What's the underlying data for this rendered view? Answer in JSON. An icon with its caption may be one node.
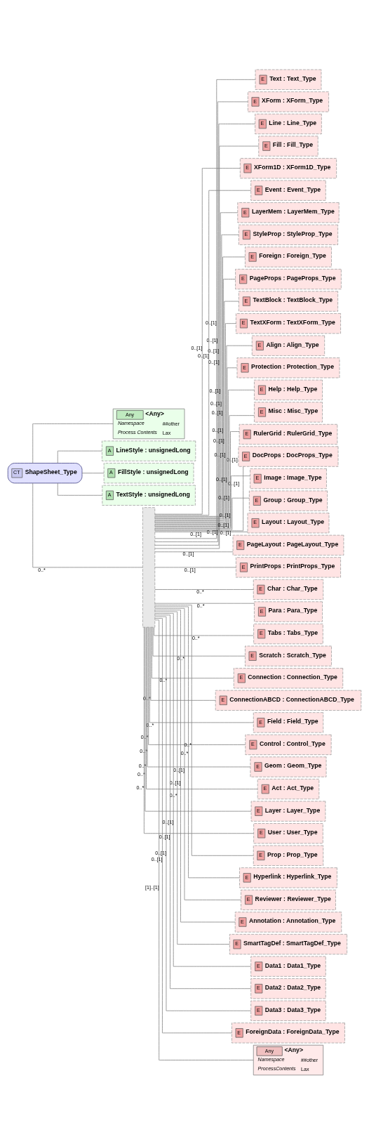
{
  "diagram": {
    "nodes": [
      {
        "text": [
          "CT",
          "ShapeSheet_Type"
        ]
      },
      {
        "text": [
          "Any",
          "<Any>",
          "Namespace",
          "##other",
          "Process Contents",
          "Lax"
        ]
      },
      {
        "text": [
          "A",
          "LineStyle : unsignedLong"
        ]
      },
      {
        "text": [
          "A",
          "FillStyle : unsignedLong"
        ]
      },
      {
        "text": [
          "A",
          "TextStyle : unsignedLong"
        ]
      },
      {
        "text": [],
        "shape": "bar"
      },
      {
        "text": [
          "E",
          "Text : Text_Type"
        ]
      },
      {
        "text": [
          "E",
          "XForm : XForm_Type"
        ]
      },
      {
        "text": [
          "E",
          "Line : Line_Type"
        ]
      },
      {
        "text": [
          "E",
          "Fill : Fill_Type"
        ]
      },
      {
        "text": [
          "E",
          "XForm1D : XForm1D_Type"
        ]
      },
      {
        "text": [
          "E",
          "Event : Event_Type"
        ]
      },
      {
        "text": [
          "E",
          "LayerMem : LayerMem_Type"
        ]
      },
      {
        "text": [
          "E",
          "StyleProp : StyleProp_Type"
        ]
      },
      {
        "text": [
          "E",
          "Foreign : Foreign_Type"
        ]
      },
      {
        "text": [
          "E",
          "PageProps : PageProps_Type"
        ]
      },
      {
        "text": [
          "E",
          "TextBlock : TextBlock_Type"
        ]
      },
      {
        "text": [
          "E",
          "TextXForm : TextXForm_Type"
        ]
      },
      {
        "text": [
          "E",
          "Align : Align_Type"
        ]
      },
      {
        "text": [
          "E",
          "Protection : Protection_Type"
        ]
      },
      {
        "text": [
          "E",
          "Help : Help_Type"
        ]
      },
      {
        "text": [
          "E",
          "Misc : Misc_Type"
        ]
      },
      {
        "text": [
          "E",
          "RulerGrid : RulerGrid_Type"
        ]
      },
      {
        "text": [
          "E",
          "DocProps : DocProps_Type"
        ]
      },
      {
        "text": [
          "E",
          "Image : Image_Type"
        ]
      },
      {
        "text": [
          "E",
          "Group : Group_Type"
        ]
      },
      {
        "text": [
          "E",
          "Layout : Layout_Type"
        ]
      },
      {
        "text": [
          "E",
          "PageLayout : PageLayout_Type"
        ]
      },
      {
        "text": [
          "E",
          "PrintProps : PrintProps_Type"
        ]
      },
      {
        "text": [
          "E",
          "Char : Char_Type"
        ]
      },
      {
        "text": [
          "E",
          "Para : Para_Type"
        ]
      },
      {
        "text": [
          "E",
          "Tabs : Tabs_Type"
        ]
      },
      {
        "text": [
          "E",
          "Scratch : Scratch_Type"
        ]
      },
      {
        "text": [
          "E",
          "Connection : Connection_Type"
        ]
      },
      {
        "text": [
          "E",
          "ConnectionABCD : ConnectionABCD_Type"
        ]
      },
      {
        "text": [
          "E",
          "Field : Field_Type"
        ]
      },
      {
        "text": [
          "E",
          "Control : Control_Type"
        ]
      },
      {
        "text": [
          "E",
          "Geom : Geom_Type"
        ]
      },
      {
        "text": [
          "E",
          "Act : Act_Type"
        ]
      },
      {
        "text": [
          "E",
          "Layer : Layer_Type"
        ]
      },
      {
        "text": [
          "E",
          "User : User_Type"
        ]
      },
      {
        "text": [
          "E",
          "Prop : Prop_Type"
        ]
      },
      {
        "text": [
          "E",
          "Hyperlink : Hyperlink_Type"
        ]
      },
      {
        "text": [
          "E",
          "Reviewer : Reviewer_Type"
        ]
      },
      {
        "text": [
          "E",
          "Annotation : Annotation_Type"
        ]
      },
      {
        "text": [
          "E",
          "SmartTagDef : SmartTagDef_Type"
        ]
      },
      {
        "text": [
          "E",
          "Data1 : Data1_Type"
        ]
      },
      {
        "text": [
          "E",
          "Data2 : Data2_Type"
        ]
      },
      {
        "text": [
          "E",
          "Data3 : Data3_Type"
        ]
      },
      {
        "text": [
          "E",
          "ForeignData : ForeignData_Type"
        ]
      },
      {
        "text": [
          "Any",
          "<Any>",
          "Namespace",
          "##other",
          "ProcessContents",
          "Lax"
        ]
      }
    ],
    "edges": [
      {
        "from": 0,
        "to": 1,
        "arrow": "none"
      },
      {
        "from": 0,
        "to": 2,
        "arrow": "none"
      },
      {
        "from": 0,
        "to": 3,
        "arrow": "none"
      },
      {
        "from": 0,
        "to": 4,
        "arrow": "none"
      },
      {
        "from": 0,
        "to": 5,
        "arrow": "none",
        "label": "0..*"
      },
      {
        "from": 5,
        "to": 6,
        "arrow": "none",
        "label": "0..[1]"
      },
      {
        "from": 5,
        "to": 7,
        "arrow": "none",
        "label": "0..[1]"
      },
      {
        "from": 5,
        "to": 8,
        "arrow": "none",
        "label": "0..[1]"
      },
      {
        "from": 5,
        "to": 9,
        "arrow": "none",
        "label": "0..[1]"
      },
      {
        "from": 5,
        "to": 10,
        "arrow": "none",
        "label": "0..[1]"
      },
      {
        "from": 5,
        "to": 11,
        "arrow": "none",
        "label": "0..[1]"
      },
      {
        "from": 5,
        "to": 12,
        "arrow": "none",
        "label": "0..[1]"
      },
      {
        "from": 5,
        "to": 13,
        "arrow": "none",
        "label": "0..[1]"
      },
      {
        "from": 5,
        "to": 14,
        "arrow": "none",
        "label": "0..[1]"
      },
      {
        "from": 5,
        "to": 15,
        "arrow": "none",
        "label": "0..[1]"
      },
      {
        "from": 5,
        "to": 16,
        "arrow": "none",
        "label": "0..[1]"
      },
      {
        "from": 5,
        "to": 17,
        "arrow": "none",
        "label": "0..[1]"
      },
      {
        "from": 5,
        "to": 18,
        "arrow": "none",
        "label": "0..[1]"
      },
      {
        "from": 5,
        "to": 19,
        "arrow": "none",
        "label": "0..[1]"
      },
      {
        "from": 5,
        "to": 20,
        "arrow": "none",
        "label": "0..[1]"
      },
      {
        "from": 5,
        "to": 21,
        "arrow": "none",
        "label": "0..[1]"
      },
      {
        "from": 5,
        "to": 22,
        "arrow": "none",
        "label": "0..[1]"
      },
      {
        "from": 5,
        "to": 23,
        "arrow": "none",
        "label": "0..[1]"
      },
      {
        "from": 5,
        "to": 24,
        "arrow": "none",
        "label": "0..[1]"
      },
      {
        "from": 5,
        "to": 25,
        "arrow": "none",
        "label": "0..[1]"
      },
      {
        "from": 5,
        "to": 26,
        "arrow": "none",
        "label": "0..[1]"
      },
      {
        "from": 5,
        "to": 27,
        "arrow": "none",
        "label": "0..[1]"
      },
      {
        "from": 5,
        "to": 28,
        "arrow": "none",
        "label": "0..[1]"
      },
      {
        "from": 5,
        "to": 29,
        "arrow": "none",
        "label": "0..*"
      },
      {
        "from": 5,
        "to": 30,
        "arrow": "none",
        "label": "0..*"
      },
      {
        "from": 5,
        "to": 31,
        "arrow": "none",
        "label": "0..*"
      },
      {
        "from": 5,
        "to": 32,
        "arrow": "none",
        "label": "0..*"
      },
      {
        "from": 5,
        "to": 33,
        "arrow": "none",
        "label": "0..*"
      },
      {
        "from": 5,
        "to": 34,
        "arrow": "none",
        "label": "0..*"
      },
      {
        "from": 5,
        "to": 35,
        "arrow": "none",
        "label": "0..*"
      },
      {
        "from": 5,
        "to": 36,
        "arrow": "none",
        "label": "0..*"
      },
      {
        "from": 5,
        "to": 37,
        "arrow": "none",
        "label": "0..*"
      },
      {
        "from": 5,
        "to": 38,
        "arrow": "none",
        "label": "0..*"
      },
      {
        "from": 5,
        "to": 39,
        "arrow": "none",
        "label": "0..*"
      },
      {
        "from": 5,
        "to": 40,
        "arrow": "none",
        "label": "0..*"
      },
      {
        "from": 5,
        "to": 41,
        "arrow": "none",
        "label": "0..*"
      },
      {
        "from": 5,
        "to": 42,
        "arrow": "none",
        "label": "0..*"
      },
      {
        "from": 5,
        "to": 43,
        "arrow": "none",
        "label": "0..[1]"
      },
      {
        "from": 5,
        "to": 44,
        "arrow": "none",
        "label": "0..[1]"
      },
      {
        "from": 5,
        "to": 45,
        "arrow": "none",
        "label": "0..*"
      },
      {
        "from": 5,
        "to": 46,
        "arrow": "none",
        "label": "0..[1]"
      },
      {
        "from": 5,
        "to": 47,
        "arrow": "none",
        "label": "0..[1]"
      },
      {
        "from": 5,
        "to": 48,
        "arrow": "none",
        "label": "0..[1]"
      },
      {
        "from": 5,
        "to": 49,
        "arrow": "none",
        "label": "0..[1]"
      },
      {
        "from": 5,
        "to": 50,
        "arrow": "none",
        "label": "[1]..[1]"
      }
    ]
  }
}
